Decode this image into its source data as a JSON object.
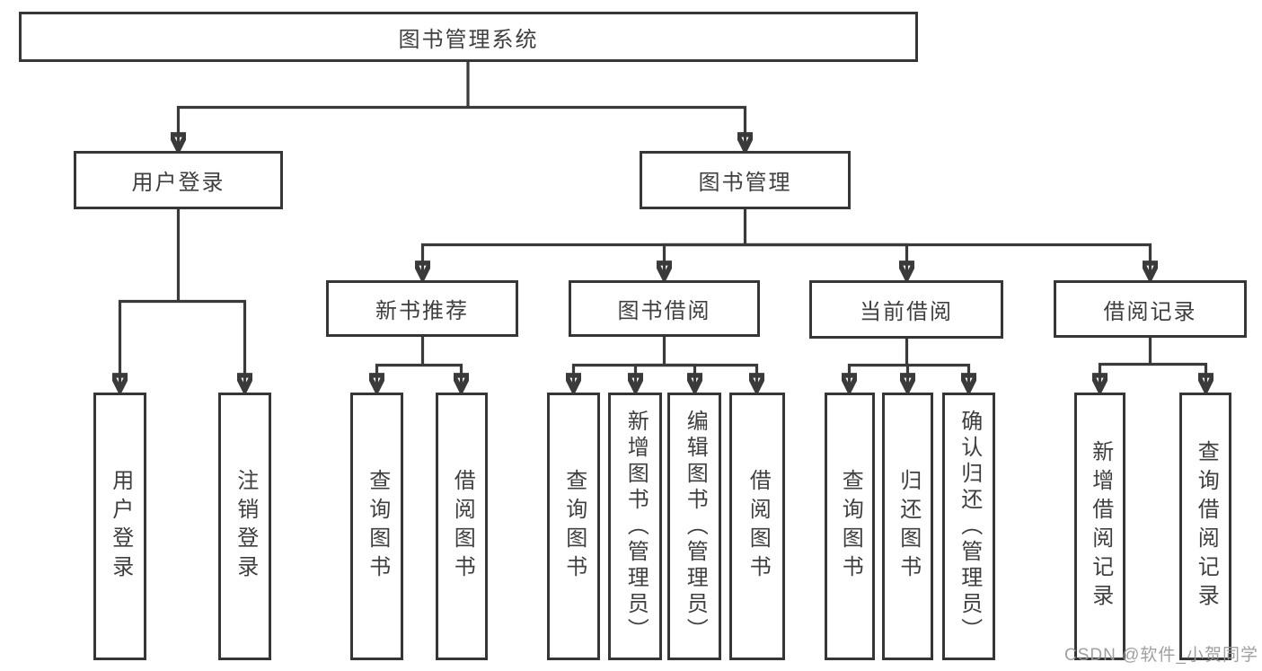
{
  "diagram": {
    "type": "hierarchy-tree",
    "colors": {
      "line": "#3a3a3a",
      "border": "#363636",
      "text": "#3f3f3f",
      "background": "#ffffff",
      "watermark": "#9b9b9b"
    },
    "tree": {
      "root": {
        "label": "图书管理系统"
      },
      "level2": [
        {
          "id": "user-login",
          "label": "用户登录",
          "children": [
            {
              "label": "用户登录"
            },
            {
              "label": "注销登录"
            }
          ]
        },
        {
          "id": "book-management",
          "label": "图书管理",
          "children": [
            {
              "id": "new-book-recommendation",
              "label": "新书推荐",
              "children": [
                {
                  "label": "查询图书"
                },
                {
                  "label": "借阅图书"
                }
              ]
            },
            {
              "id": "book-borrowing",
              "label": "图书借阅",
              "children": [
                {
                  "label": "查询图书"
                },
                {
                  "label": "新增图书（管理员）"
                },
                {
                  "label": "编辑图书（管理员）"
                },
                {
                  "label": "借阅图书"
                }
              ]
            },
            {
              "id": "current-borrowing",
              "label": "当前借阅",
              "children": [
                {
                  "label": "查询图书"
                },
                {
                  "label": "归还图书"
                },
                {
                  "label": "确认归还（管理员）"
                }
              ]
            },
            {
              "id": "borrowing-records",
              "label": "借阅记录",
              "children": [
                {
                  "label": "新增借阅记录"
                },
                {
                  "label": "查询借阅记录"
                }
              ]
            }
          ]
        }
      ]
    },
    "watermark": {
      "text": "CSDN @软件_小贺同学"
    }
  }
}
